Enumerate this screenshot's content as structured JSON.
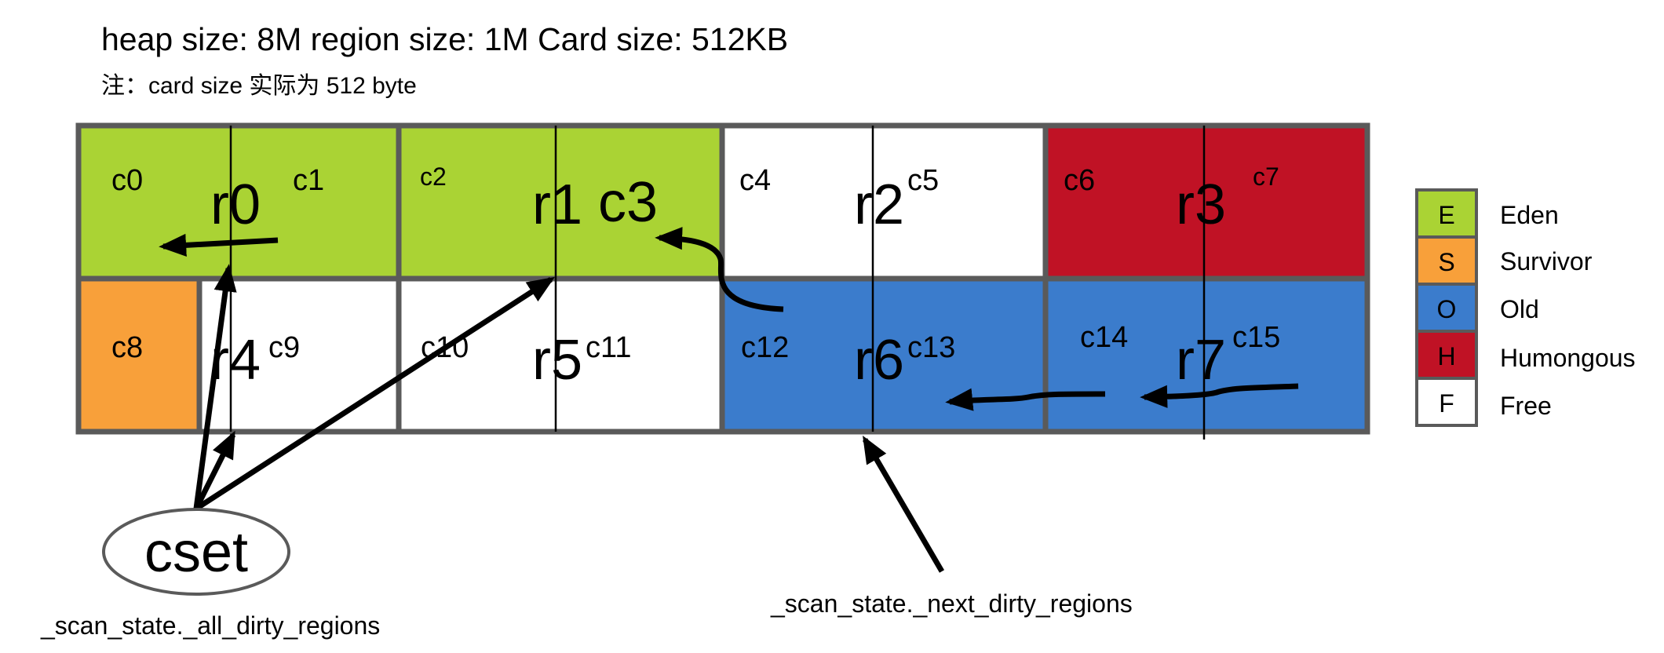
{
  "header": {
    "title": "heap size: 8M region size: 1M Card size: 512KB",
    "note": "注：card size 实际为 512 byte"
  },
  "regions": [
    {
      "name": "r0",
      "type": "E",
      "cards": [
        "c0",
        "c1"
      ]
    },
    {
      "name": "r1",
      "type": "E",
      "cards": [
        "c2",
        "c3"
      ]
    },
    {
      "name": "r2",
      "type": "F",
      "cards": [
        "c4",
        "c5"
      ]
    },
    {
      "name": "r3",
      "type": "H",
      "cards": [
        "c6",
        "c7"
      ]
    },
    {
      "name": "r4",
      "type": "F",
      "cards": [
        "c8",
        "c9"
      ]
    },
    {
      "name": "r5",
      "type": "F",
      "cards": [
        "c10",
        "c11"
      ]
    },
    {
      "name": "r6",
      "type": "O",
      "cards": [
        "c12",
        "c13"
      ]
    },
    {
      "name": "r7",
      "type": "O",
      "cards": [
        "c14",
        "c15"
      ]
    }
  ],
  "legend": [
    {
      "key": "E",
      "label": "Eden",
      "color": "#aad334"
    },
    {
      "key": "S",
      "label": "Survivor",
      "color": "#f8a03a"
    },
    {
      "key": "O",
      "label": "Old",
      "color": "#3b7ccc"
    },
    {
      "key": "H",
      "label": "Humongous",
      "color": "#c01225"
    },
    {
      "key": "F",
      "label": "Free",
      "color": "#ffffff"
    }
  ],
  "cset": {
    "label": "cset"
  },
  "labels": {
    "all_dirty": "_scan_state._all_dirty_regions",
    "next_dirty": "_scan_state._next_dirty_regions"
  },
  "colors": {
    "border": "#5a5a5a",
    "arrow": "#000000"
  }
}
